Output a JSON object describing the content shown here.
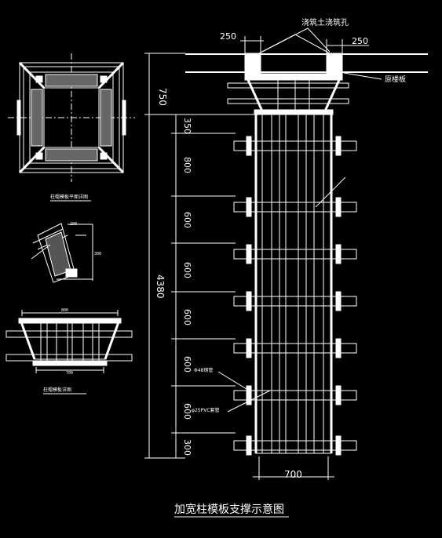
{
  "colors": {
    "background": "#000000",
    "lines": "#ffffff"
  },
  "labels": {
    "top_annotation": "浇筑土浇筑孔",
    "right_annotation": "原楼板",
    "plan_caption": "柱帽模板平面详图",
    "section_caption": "柱帽模板详图",
    "main_title": "加宽柱模板支撑示意图",
    "tube_label": "Φ48钢管",
    "pvc_label": "φ25PVC套管"
  },
  "dimensions": {
    "top_left": "250",
    "top_right": "250",
    "cap_height": "750",
    "total_height": "4380",
    "spacings": [
      "350",
      "800",
      "600",
      "600",
      "600",
      "600",
      "600",
      "300"
    ],
    "bottom_width": "700",
    "small_a": "200",
    "small_b": "300",
    "small_c": "800",
    "small_d": "700"
  }
}
